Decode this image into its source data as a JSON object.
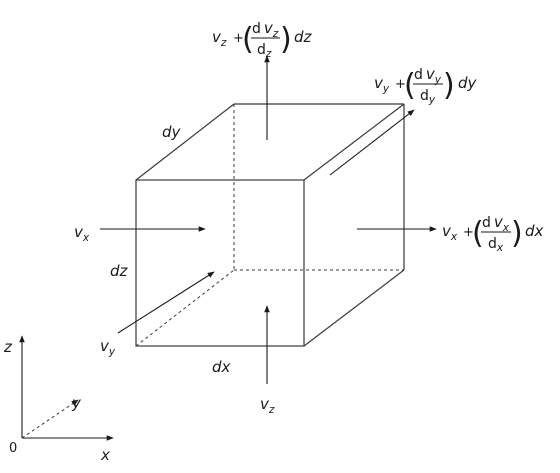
{
  "edges": {
    "dy": "dy",
    "dz": "dz",
    "dx": "dx"
  },
  "inflow": {
    "x": {
      "v": "v",
      "s": "x"
    },
    "y": {
      "v": "v",
      "s": "y"
    },
    "z": {
      "v": "v",
      "s": "z"
    }
  },
  "outflow": {
    "top": {
      "v": "v",
      "s": "z",
      "plus": "+",
      "d1": "d",
      "nv": "v",
      "ns": "z",
      "d2": "d",
      "ds": "z",
      "tail": "dz"
    },
    "right": {
      "v": "v",
      "s": "x",
      "plus": "+",
      "d1": "d",
      "nv": "v",
      "ns": "x",
      "d2": "d",
      "ds": "x",
      "tail": "dx"
    },
    "back": {
      "v": "v",
      "s": "y",
      "plus": "+",
      "d1": "d",
      "nv": "v",
      "ns": "y",
      "d2": "d",
      "ds": "y",
      "tail": "dy"
    }
  },
  "axes": {
    "origin": "0",
    "x": "x",
    "y": "y",
    "z": "z"
  }
}
